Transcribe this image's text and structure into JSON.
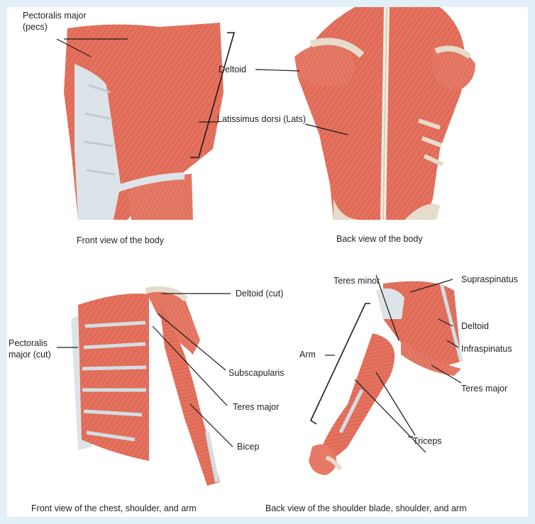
{
  "panels": {
    "front_body": {
      "caption": "Front view of the body",
      "labels": {
        "pectoralis": "Pectoralis major\n(pecs)",
        "deltoid": "Deltoid",
        "lats": "Latissimus dorsi (Lats)"
      }
    },
    "back_body": {
      "caption": "Back view of the body"
    },
    "front_chest": {
      "caption": "Front view of the chest, shoulder, and arm",
      "labels": {
        "deltoid_cut": "Deltoid (cut)",
        "pectoralis_cut": "Pectoralis\nmajor (cut)",
        "subscapularis": "Subscapularis",
        "teres_major": "Teres major",
        "bicep": "Bicep"
      }
    },
    "back_shoulder": {
      "caption": "Back view of the shoulder blade, shoulder, and arm",
      "labels": {
        "teres_minor": "Teres minor",
        "supraspinatus": "Supraspinatus",
        "deltoid": "Deltoid",
        "infraspinatus": "Infraspinatus",
        "arm": "Arm",
        "teres_major": "Teres major",
        "triceps": "Triceps"
      }
    }
  },
  "colors": {
    "muscle": "#e4725e",
    "muscle_dark": "#c9533f",
    "tendon": "#d3dde3",
    "bone": "#e6dccb",
    "panel_bg": "#e3f0f8"
  }
}
